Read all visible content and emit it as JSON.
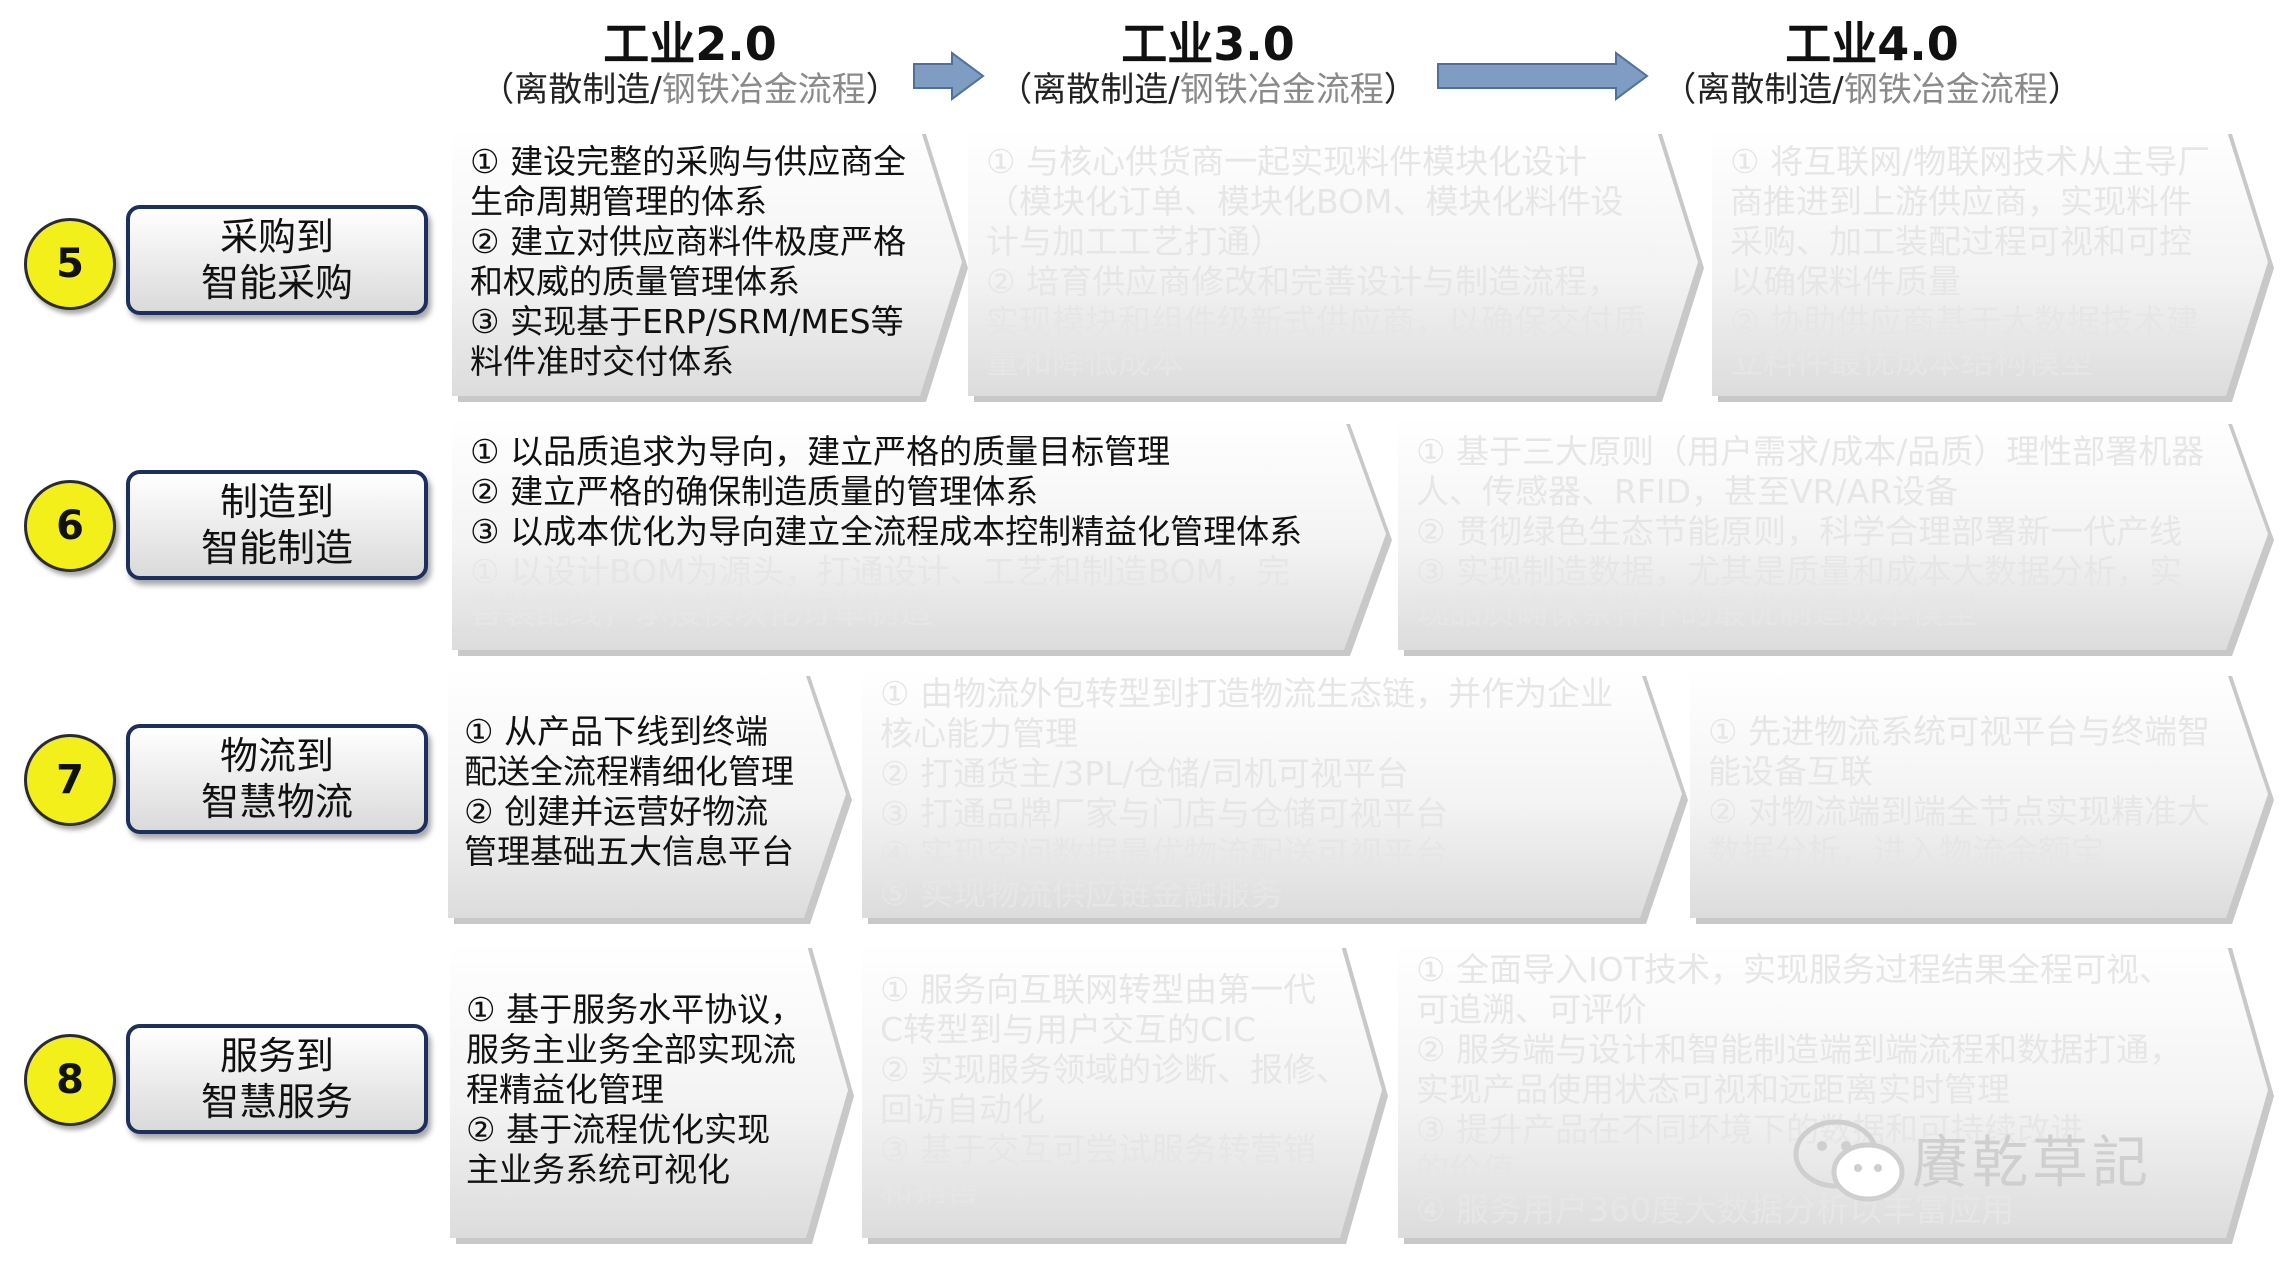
{
  "headers": [
    {
      "title": "工业2.0",
      "sub_open": "（离散制造/",
      "sub_gray": "钢铁冶金流程",
      "sub_close": "）"
    },
    {
      "title": "工业3.0",
      "sub_open": "（离散制造/",
      "sub_gray": "钢铁冶金流程",
      "sub_close": "）"
    },
    {
      "title": "工业4.0",
      "sub_open": "（离散制造/",
      "sub_gray": "钢铁冶金流程",
      "sub_close": "）"
    }
  ],
  "rows": [
    {
      "number": "5",
      "label": [
        "采购到",
        "智能采购"
      ],
      "i2": [
        "① 建设完整的采购与供应商全",
        "生命周期管理的体系",
        "② 建立对供应商料件极度严格",
        "和权威的质量管理体系",
        "③ 实现基于ERP/SRM/MES等",
        "料件准时交付体系"
      ],
      "i3": [
        "① 与核心供货商一起实现料件模块化设计",
        "（模块化订单、模块化BOM、模块化料件设",
        "计与加工工艺打通）",
        "② 培育供应商修改和完善设计与制造流程，",
        "实现模块和组件级新式供应商，以确保交付质",
        "量和降低成本"
      ],
      "i4": [
        "① 将互联网/物联网技术从主导厂",
        "商推进到上游供应商，实现料件",
        "采购、加工装配过程可视和可控",
        "以确保料件质量",
        "② 协助供应商基于大数据技术建",
        "立料件最优成本结构模型"
      ]
    },
    {
      "number": "6",
      "label": [
        "制造到",
        "智能制造"
      ],
      "i2": [
        "① 以品质追求为导向，建立严格的质量目标管理",
        "② 建立严格的确保制造质量的管理体系",
        "③ 以成本优化为导向建立全流程成本控制精益化管理体系",
        "① 以设计BOM为源头，打通设计、工艺和制造BOM，完",
        "善装配线，承接模块化订单制造"
      ],
      "i4": [
        "① 基于三大原则（用户需求/成本/品质）理性部署机器",
        "人、传感器、RFID，甚至VR/AR设备",
        "② 贯彻绿色生态节能原则，科学合理部署新一代产线",
        "③ 实现制造数据，尤其是质量和成本大数据分析，实",
        "现品质确保条件下的最优制造成本模型"
      ]
    },
    {
      "number": "7",
      "label": [
        "物流到",
        "智慧物流"
      ],
      "i2": [
        "① 从产品下线到终端",
        "配送全流程精细化管理",
        "② 创建并运营好物流",
        "管理基础五大信息平台"
      ],
      "i3": [
        "① 由物流外包转型到打造物流生态链，并作为企业",
        "核心能力管理",
        "② 打通货主/3PL/仓储/司机可视平台",
        "③ 打通品牌厂家与门店与仓储可视平台",
        "④ 实现空间数据最优物流配送可视平台",
        "⑤ 实现物流供应链金融服务"
      ],
      "i4": [
        "① 先进物流系统可视平台与终端智",
        "能设备互联",
        "② 对物流端到端全节点实现精准大",
        "数据分析，进入物流余额宝"
      ]
    },
    {
      "number": "8",
      "label": [
        "服务到",
        "智慧服务"
      ],
      "i2": [
        "① 基于服务水平协议，",
        "服务主业务全部实现流",
        "程精益化管理",
        "② 基于流程优化实现",
        "主业务系统可视化"
      ],
      "i3": [
        "① 服务向互联网转型由第一代",
        "C转型到与用户交互的CIC",
        "② 实现服务领域的诊断、报修、",
        "回访自动化",
        "③ 基于交互可尝试服务转营销",
        "和销售"
      ],
      "i4": [
        "① 全面导入IOT技术，实现服务过程结果全程可视、",
        "可追溯、可评价",
        "② 服务端与设计和智能制造端到端流程和数据打通，",
        "实现产品使用状态可视和远距离实时管理",
        "③ 提升产品在不同环境下的数据和可持续改进",
        "的价值",
        "④ 服务用户360度大数据分析以丰富应用"
      ]
    }
  ],
  "watermark": "賡乾草記",
  "colors": {
    "circle": "#f2ef1a",
    "label_border": "#1d2f5c",
    "arrow": "#7f9cc3",
    "faded_text": "#e6e6e6"
  }
}
